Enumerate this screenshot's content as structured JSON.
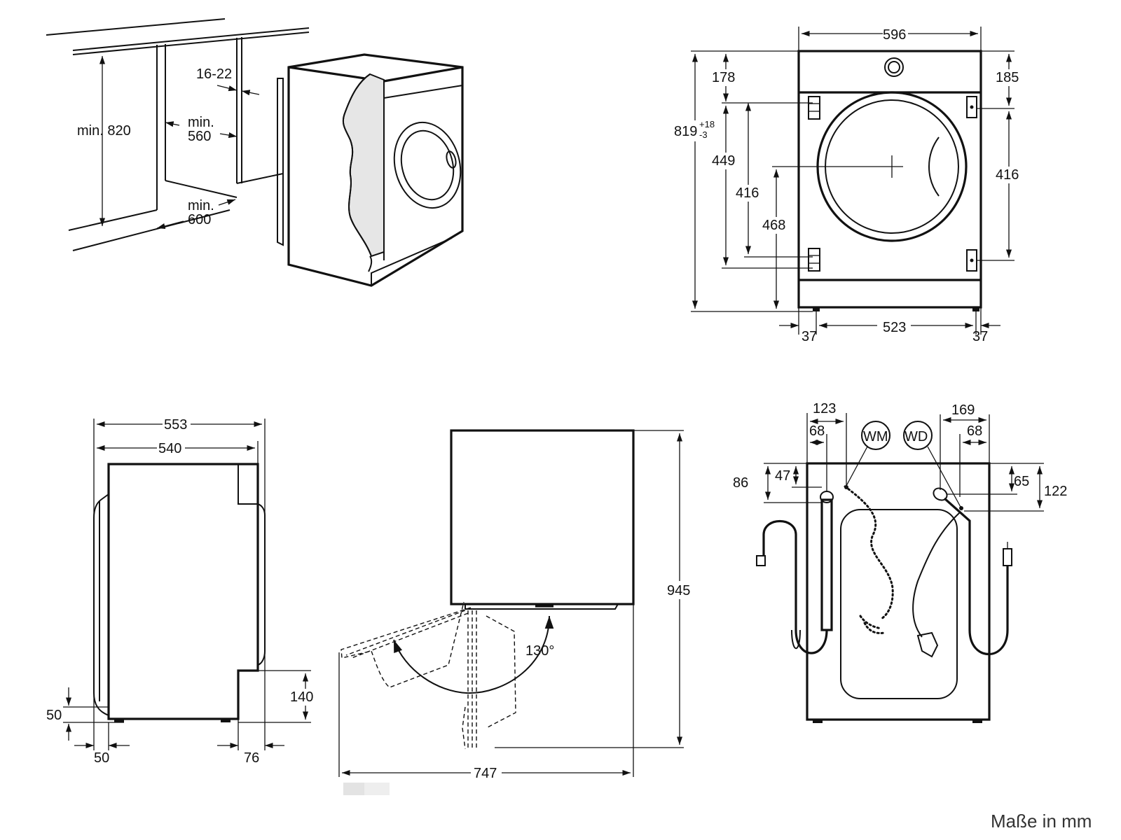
{
  "unit_note": "Maße in mm",
  "niche": {
    "height_label": "min. 820",
    "gap_label": "16-22",
    "width_label_1": "min.",
    "width_label_2": "560",
    "depth_label_1": "min.",
    "depth_label_2": "600"
  },
  "front": {
    "width": "596",
    "height": "819",
    "height_tol_plus": "+18",
    "height_tol_minus": "-3",
    "top_left": "178",
    "top_right": "185",
    "hinge_span_outer": "449",
    "hinge_span_inner": "416",
    "door_center": "468",
    "right_span": "416",
    "foot_left": "37",
    "foot_span": "523",
    "foot_right": "37"
  },
  "side": {
    "depth_total": "553",
    "depth_body": "540",
    "bottom_offset": "50",
    "foot_front": "50",
    "foot_back": "76",
    "rear_step": "140"
  },
  "door": {
    "angle": "130°",
    "height": "945",
    "width_open": "747"
  },
  "rear": {
    "left_outer": "123",
    "left_inner": "68",
    "right_outer": "169",
    "right_inner": "68",
    "left_height_outer": "86",
    "left_height_inner": "47",
    "right_height_inner": "65",
    "right_height_outer": "122",
    "tag_wm": "WM",
    "tag_wd": "WD"
  }
}
